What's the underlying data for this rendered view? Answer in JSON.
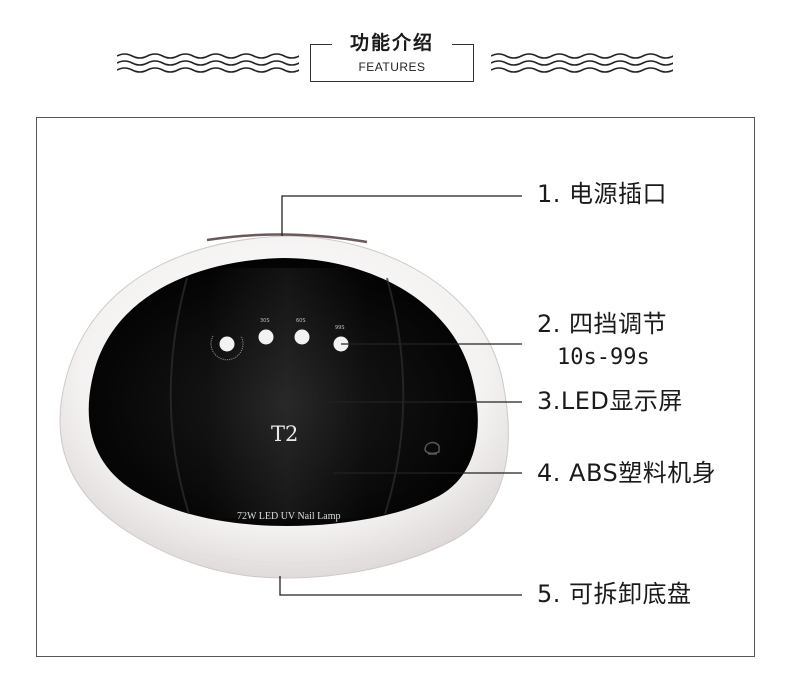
{
  "header": {
    "title_cn": "功能介绍",
    "title_en": "FEATURES"
  },
  "product": {
    "model": "T2",
    "spec": "72W LED UV Nail Lamp",
    "timer_tags": [
      "30S",
      "60S",
      "99S"
    ]
  },
  "callouts": [
    {
      "label": "1. 电源插口"
    },
    {
      "label": "2. 四挡调节",
      "sub": "10s-99s"
    },
    {
      "label": "3.LED显示屏"
    },
    {
      "label": "4. ABS塑料机身"
    },
    {
      "label": "5. 可拆卸底盘"
    }
  ],
  "colors": {
    "shell": "#f7f4f4",
    "panel": "#0a0a0a",
    "line": "#222222",
    "frame": "#555555"
  },
  "icons": {
    "wave": "wavy-lines-icon",
    "power": "power-icon",
    "hand": "hand-icon"
  }
}
